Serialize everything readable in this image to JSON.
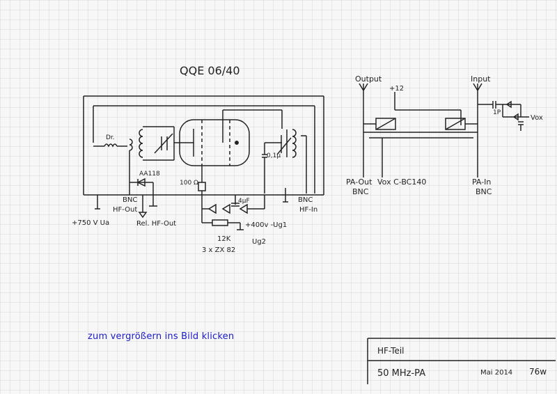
{
  "schematic_left": {
    "tube_type": "QQE 06/40",
    "dr_label": "Dr.",
    "aa_label": "AA118",
    "res_100_label": "100 Ω",
    "cap_4uf_label": "4µF",
    "cap_01_label": "0,1µ",
    "bnc_out_label": "BNC",
    "hf_out_label": "HF-Out",
    "bnc_in_label": "BNC",
    "hf_in_label": "HF-In",
    "supply_ua_label": "+750 V Ua",
    "rel_label": "Rel. HF-Out",
    "ug1_label": "+400v   -Ug1",
    "res_12k_label": "12K",
    "zener_label": "3 x ZX 82",
    "ug2_label": "Ug2"
  },
  "schematic_right": {
    "output_label": "Output",
    "plus12_label": "+12",
    "input_label": "Input",
    "cap_1p_label": "1P",
    "vox_label": "Vox",
    "pa_out_label": "PA-Out",
    "pa_out_bnc_label": "BNC",
    "vox_relay_label": "Vox C-BC140",
    "pa_in_label": "PA-In",
    "pa_in_bnc_label": "BNC"
  },
  "title_block": {
    "line1": "HF-Teil",
    "line2": "50 MHz-PA",
    "date": "Mai 2014",
    "sign": "76w"
  },
  "click_note": "zum vergrößern ins Bild klicken"
}
